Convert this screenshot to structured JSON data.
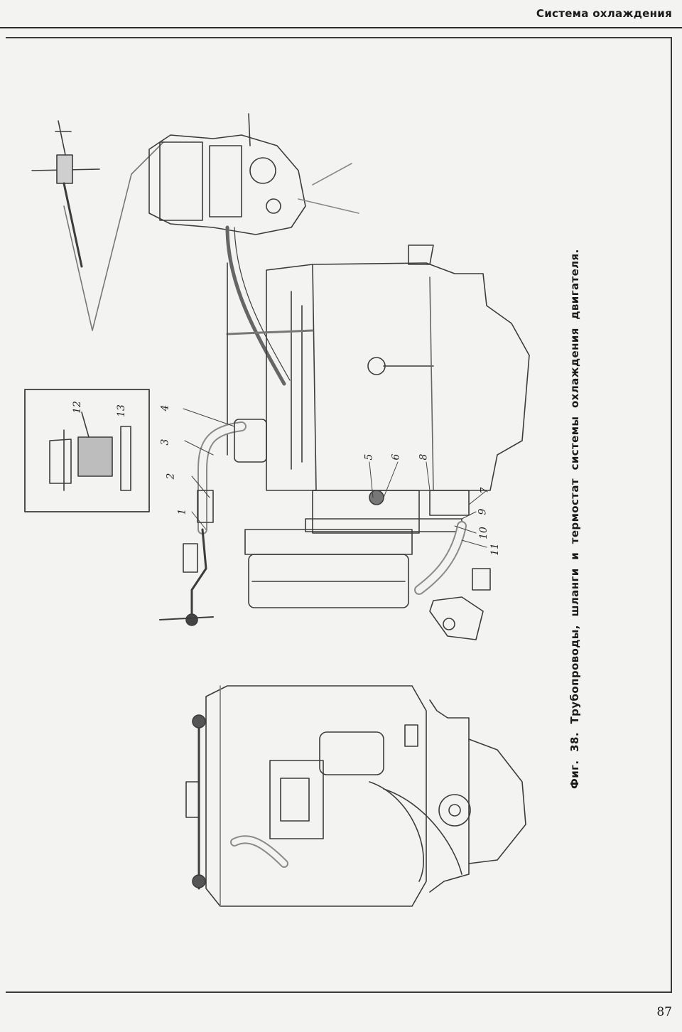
{
  "header": {
    "title": "Система охлаждения"
  },
  "figure": {
    "caption": "Фиг. 38. Трубопроводы, шланги и термостат системы охлаждения двигателя.",
    "callouts": {
      "c1": "1",
      "c2": "2",
      "c3": "3",
      "c4": "4",
      "c5": "5",
      "c6": "6",
      "c7": "7",
      "c8": "8",
      "c9": "9",
      "c10": "10",
      "c11": "11",
      "c12": "12",
      "c13": "13"
    }
  },
  "page_number": "87"
}
